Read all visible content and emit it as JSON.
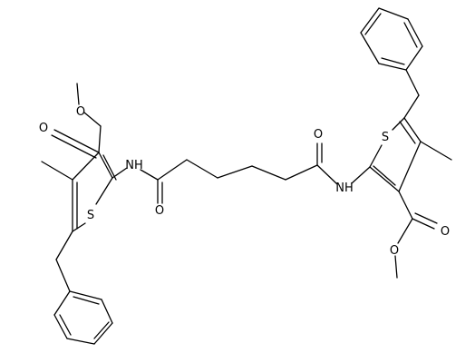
{
  "diagram": {
    "type": "chemical-structure",
    "colors": {
      "bond": "#000000",
      "text": "#000000",
      "background": "#ffffff"
    },
    "labels": {
      "o_ester1_carbonyl": "O",
      "o_ester1_single": "O",
      "o_amide1": "O",
      "o_amide2": "O",
      "o_ester2_carbonyl": "O",
      "o_ester2_single": "O",
      "nh1": "NH",
      "nh2": "NH",
      "s1": "S",
      "s2": "S"
    }
  }
}
